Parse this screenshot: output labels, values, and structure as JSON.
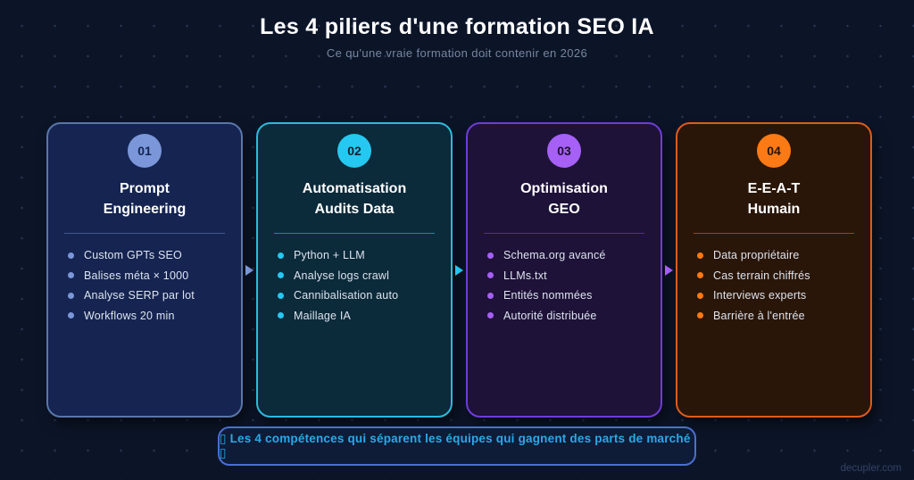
{
  "theme": {
    "page_bg": "#0c1528",
    "dot_color": "#253450"
  },
  "header": {
    "title": "Les 4 piliers d'une formation SEO IA",
    "subtitle": "Ce qu'une vraie formation doit contenir en 2026"
  },
  "cards": [
    {
      "number": "01",
      "title_line1": "Prompt",
      "title_line2": "Engineering",
      "bg": "#152451",
      "border": "#5a76aa",
      "accent": "#7b97d9",
      "num_color": "#152451",
      "items": [
        "Custom GPTs SEO",
        "Balises méta × 1000",
        "Analyse SERP par lot",
        "Workflows 20 min"
      ]
    },
    {
      "number": "02",
      "title_line1": "Automatisation",
      "title_line2": "Audits Data",
      "bg": "#0b2a3a",
      "border": "#2bbbdd",
      "accent": "#25c8f0",
      "num_color": "#06222e",
      "items": [
        "Python + LLM",
        "Analyse logs crawl",
        "Cannibalisation auto",
        "Maillage IA"
      ]
    },
    {
      "number": "03",
      "title_line1": "Optimisation",
      "title_line2": "GEO",
      "bg": "#1e1238",
      "border": "#6f3cd9",
      "accent": "#a660f5",
      "num_color": "#1b0e33",
      "items": [
        "Schema.org avancé",
        "LLMs.txt",
        "Entités nommées",
        "Autorité distribuée"
      ]
    },
    {
      "number": "04",
      "title_line1": "E-E-A-T",
      "title_line2": "Humain",
      "bg": "#2a1608",
      "border": "#dd5c1d",
      "accent": "#fb7a15",
      "num_color": "#2a1404",
      "items": [
        "Data propriétaire",
        "Cas terrain chiffrés",
        "Interviews experts",
        "Barrière à l'entrée"
      ]
    }
  ],
  "arrows": [
    {
      "color": "#7b97d9"
    },
    {
      "color": "#25c8f0"
    },
    {
      "color": "#a660f5"
    }
  ],
  "banner": {
    "text": "▯ Les 4 compétences qui séparent les équipes qui gagnent des parts de marché ▯",
    "text_color": "#2aa9e8",
    "border_color": "#4a6fd4"
  },
  "footer": {
    "site": "decupler.com"
  }
}
